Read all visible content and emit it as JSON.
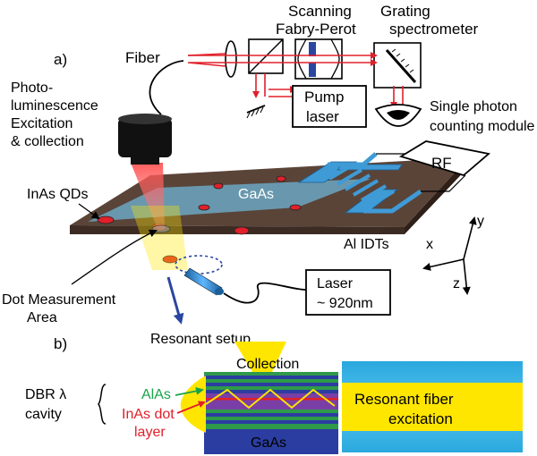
{
  "panel_a": {
    "label": "a)",
    "scanning_fp": [
      "Scanning",
      "Fabry-Perot"
    ],
    "grating_spec": [
      "Grating",
      "spectrometer"
    ],
    "fiber": "Fiber",
    "pump_laser": [
      "Pump",
      "laser"
    ],
    "photolum": [
      "Photo-",
      "luminescence",
      "Excitation",
      "& collection"
    ],
    "spcm": [
      "Single photon",
      "counting module"
    ],
    "rf": "RF",
    "gaas": "GaAs",
    "inas_qds": "InAs QDs",
    "al_idts": "Al IDTs",
    "axis_y": "y",
    "axis_x": "x",
    "axis_z": "z",
    "dot_meas": [
      "Dot Measurement",
      "Area"
    ],
    "laser_box": [
      "Laser",
      "~ 920nm"
    ],
    "resonant_setup": "Resonant setup"
  },
  "panel_b": {
    "label": "b)",
    "collection": "Collection",
    "dbr_lambda": "DBR λ",
    "cavity": "cavity",
    "alas": "AlAs",
    "inas_dot": [
      "InAs dot",
      "layer"
    ],
    "gaas": "GaAs",
    "resonant_fiber": [
      "Resonant fiber",
      "excitation"
    ]
  },
  "colors": {
    "laser_red": "#e0202a",
    "sample_brown": "#5a4438",
    "idt_blue": "#3f9bd6",
    "dbr_green": "#2e9a4a",
    "dbr_blue": "#2b3da0",
    "cyan": "#36b3e6",
    "yellow": "#ffe600",
    "arrow_navy": "#2a46a0",
    "alas_green": "#1aa34a"
  }
}
